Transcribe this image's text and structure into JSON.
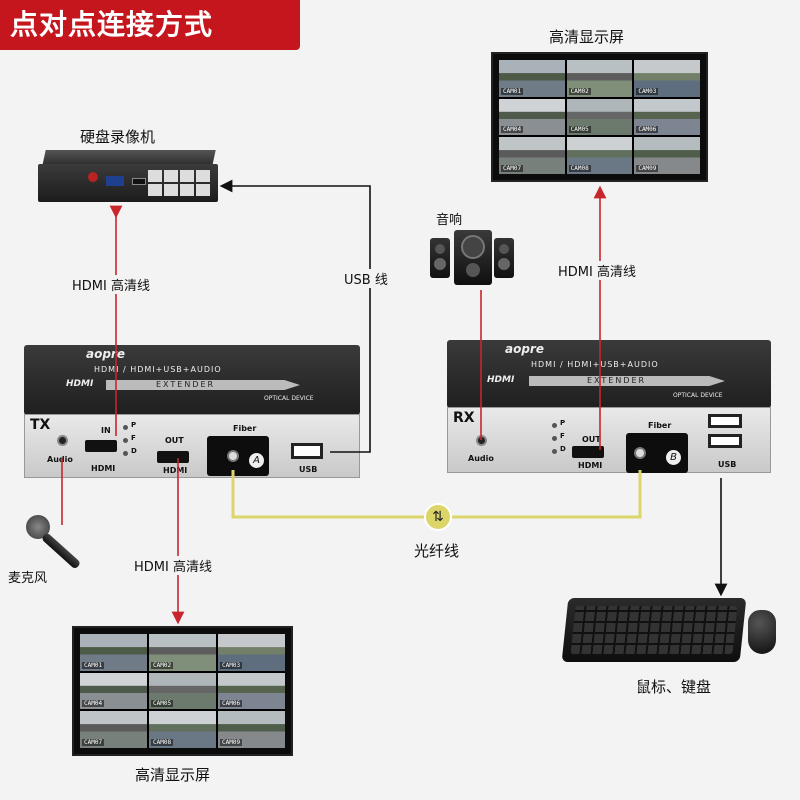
{
  "title": "点对点连接方式",
  "nvr": {
    "label": "硬盘录像机"
  },
  "monitor_top": {
    "label": "高清显示屏"
  },
  "monitor_bottom": {
    "label": "高清显示屏"
  },
  "speaker": {
    "label": "音响"
  },
  "microphone": {
    "label": "麦克风"
  },
  "keyboard_mouse": {
    "label": "鼠标、键盘"
  },
  "cables": {
    "hdmi_nvr": "HDMI 高清线",
    "usb": "USB 线",
    "hdmi_rx": "HDMI 高清线",
    "hdmi_tx_out": "HDMI 高清线",
    "fiber": "光纤线"
  },
  "tx": {
    "brand": "aopre",
    "spec": "HDMI / HDMI+USB+AUDIO",
    "hdmi_logo": "HDMI",
    "extender": "EXTENDER",
    "optical": "OPTICAL DEVICE",
    "id": "TX",
    "audio": "Audio",
    "hdmi_in": "IN",
    "hdmi": "HDMI",
    "led_p": "P",
    "led_f": "F",
    "led_d": "D",
    "out": "OUT",
    "hdmi_out": "HDMI",
    "fiber": "Fiber",
    "port_letter": "A",
    "usb": "USB"
  },
  "rx": {
    "brand": "aopre",
    "spec": "HDMI / HDMI+USB+AUDIO",
    "hdmi_logo": "HDMI",
    "extender": "EXTENDER",
    "optical": "OPTICAL DEVICE",
    "id": "RX",
    "audio": "Audio",
    "led_p": "P",
    "led_f": "F",
    "led_d": "D",
    "out": "OUT",
    "hdmi_out": "HDMI",
    "fiber": "Fiber",
    "port_letter": "B",
    "usb": "USB"
  },
  "cam_labels": [
    "CAM01",
    "CAM02",
    "CAM03",
    "CAM04",
    "CAM05",
    "CAM06",
    "CAM07",
    "CAM08",
    "CAM09"
  ],
  "colors": {
    "banner": "#c4161c",
    "cable_red": "#c8262c",
    "fiber": "#dcd56a",
    "black_line": "#111111"
  }
}
